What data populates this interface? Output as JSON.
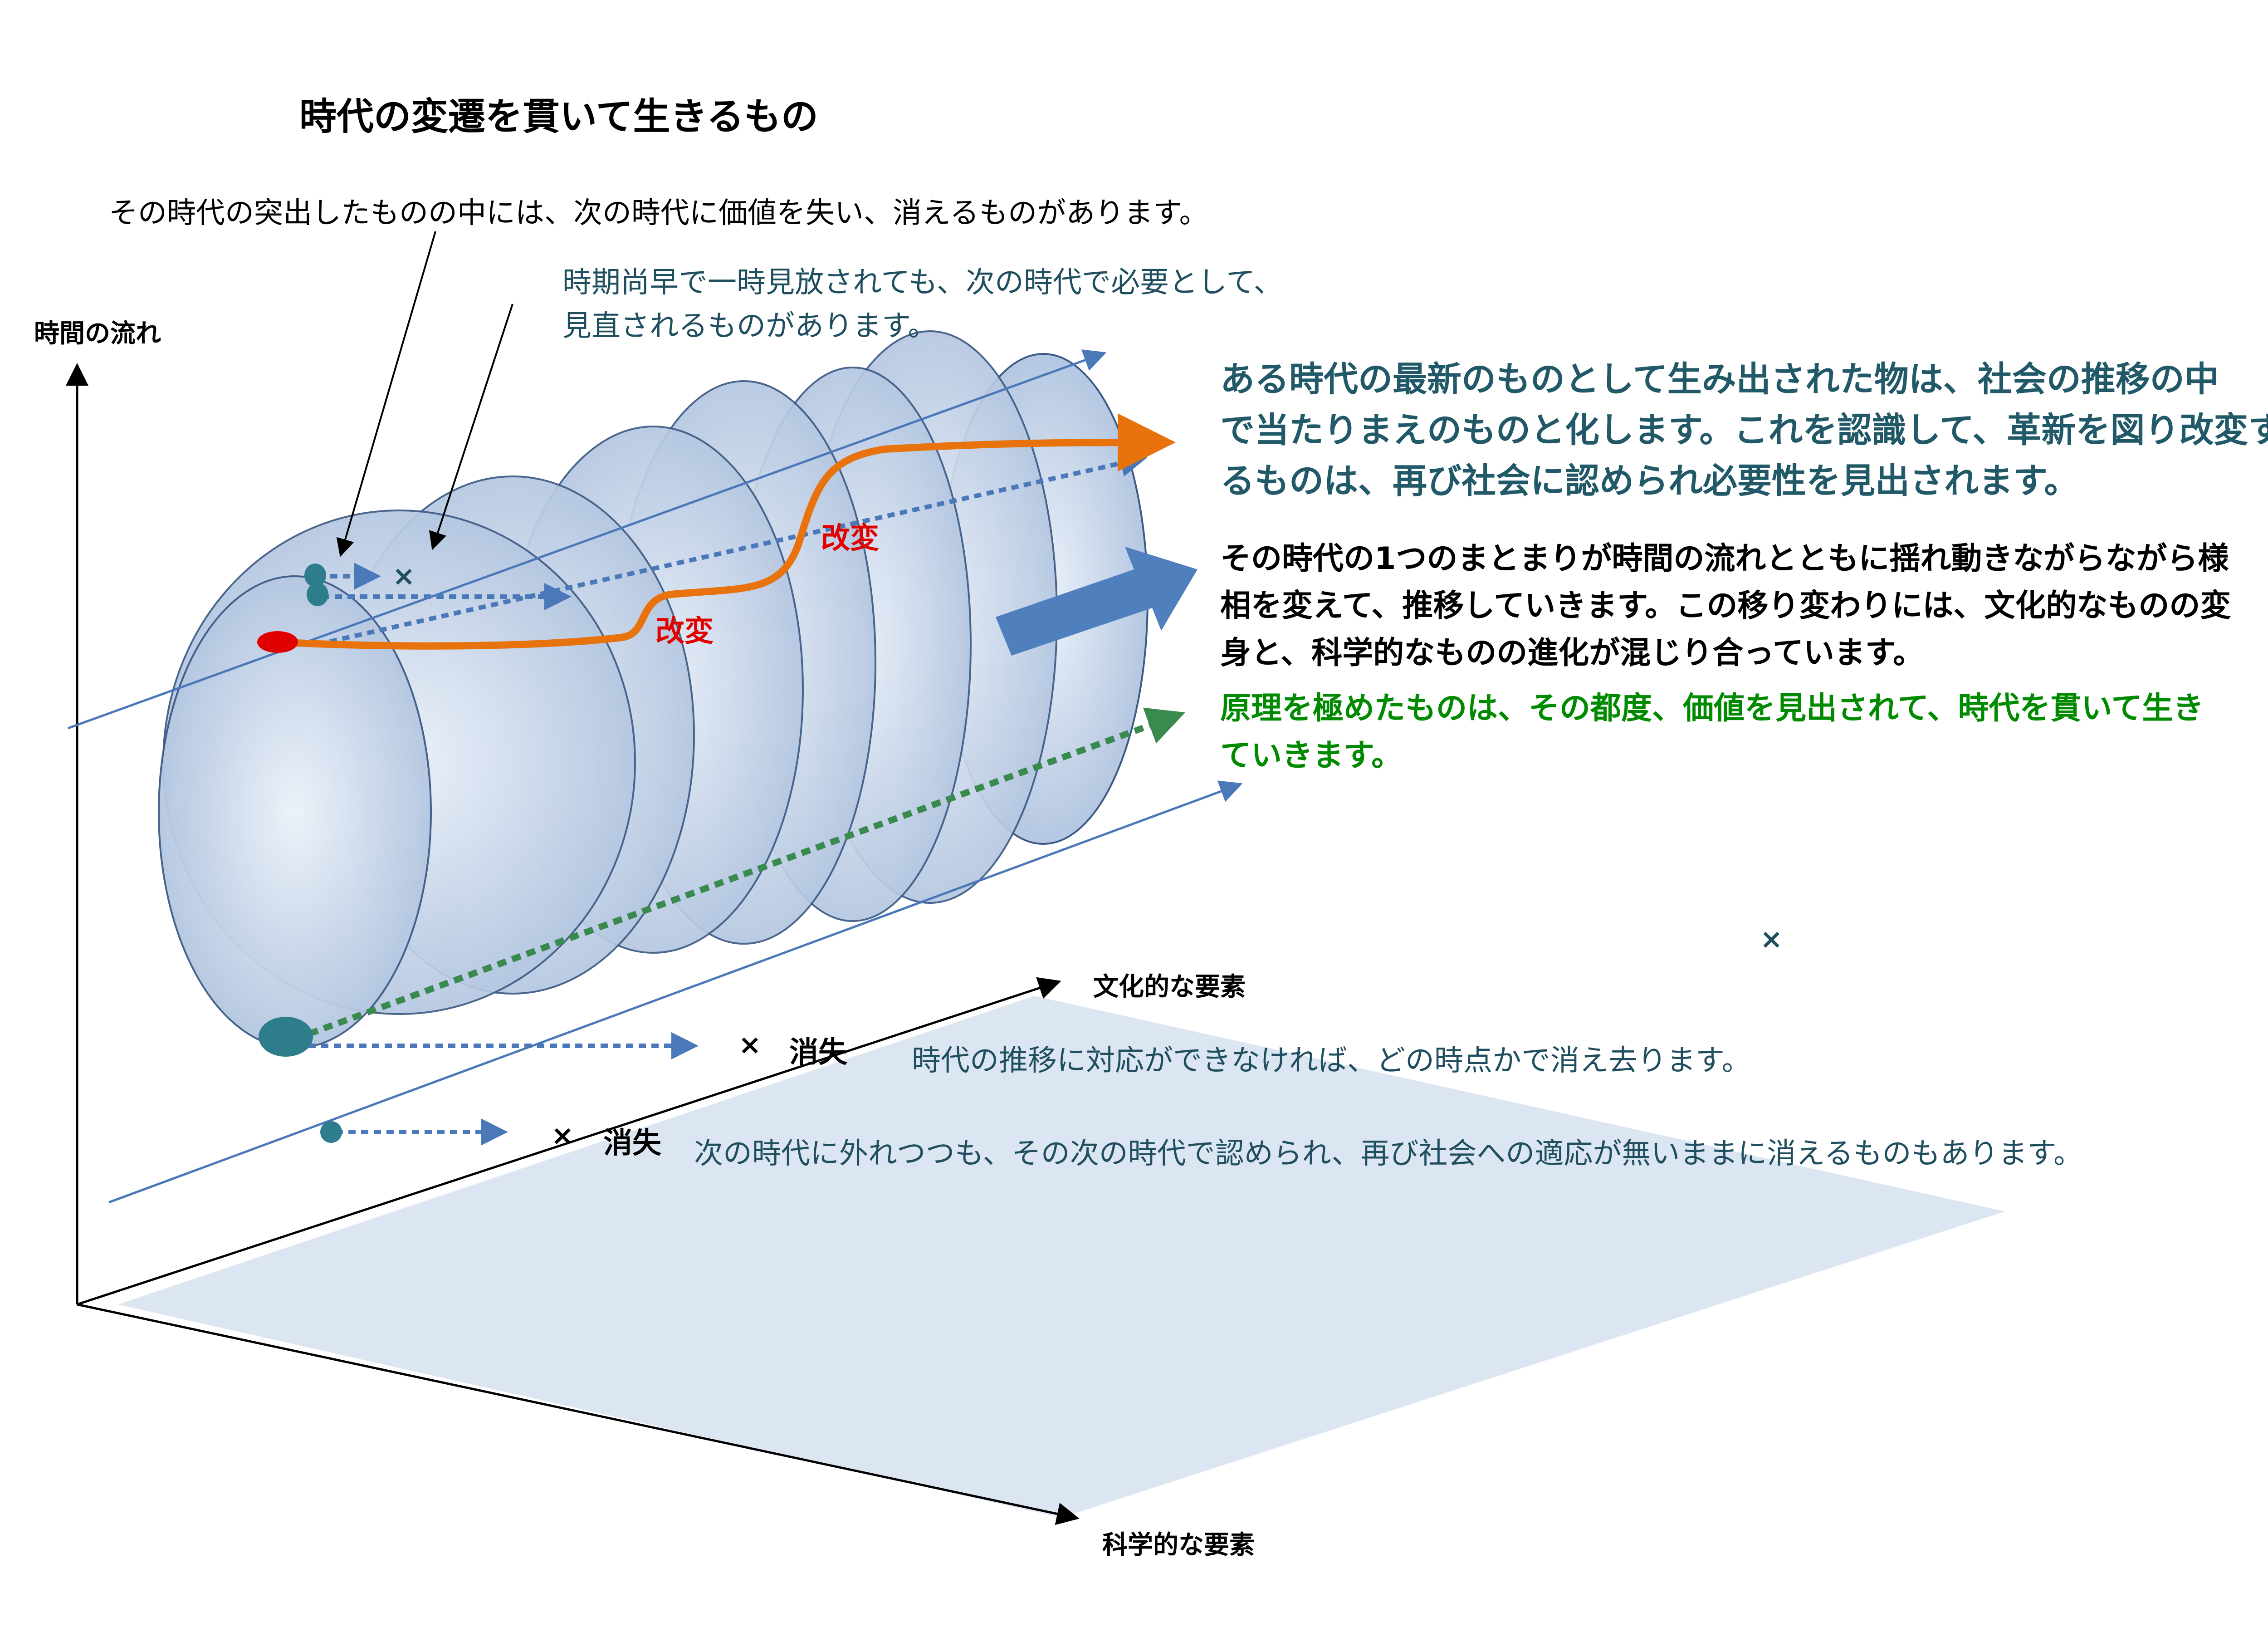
{
  "title": "時代の変遷を貫いて生きるもの",
  "axes": {
    "time": "時間の流れ",
    "culture": "文化的な要素",
    "science": "科学的な要素"
  },
  "notes": {
    "top_black": "その時代の突出したものの中には、次の時代に価値を失い、消えるものがあります。",
    "premature": [
      "時期尚早で一時見放されても、次の時代で必要として、",
      "見直されるものがあります。"
    ],
    "newest": [
      "ある時代の最新のものとして生み出された物は、社会の推移の中",
      "で当たりまえのものと化します。これを認識して、革新を図り改変す",
      "るものは、再び社会に認められ必要性を見出されます。"
    ],
    "cluster": [
      "その時代の1つのまとまりが時間の流れとともに揺れ動きながらながら様",
      "相を変えて、推移していきます。この移り変わりには、文化的なものの変",
      "身と、科学的なものの進化が混じり合っています。"
    ],
    "principle": [
      "原理を極めたものは、その都度、価値を見出されて、時代を貫いて生き",
      "ていきます。"
    ],
    "fail": "時代の推移に対応ができなければ、どの時点かで消え去ります。",
    "deviate": "次の時代に外れつつも、その次の時代で認められ、再び社会への適応が無いままに消えるものもあります。"
  },
  "labels": {
    "kaihen": "改変",
    "shoshitsu": "消失",
    "x": "×"
  },
  "colors": {
    "disc_fill_inner": "#e9eff8",
    "disc_fill_outer": "#a9bedc",
    "disc_stroke": "#3c5a84",
    "axis_arrow": "#4a78b8",
    "orange": "#e8720c",
    "red_dot": "#e00000",
    "teal_dot": "#2e7d8c",
    "green_dash": "#3a8a50",
    "floor": "#dce6f2"
  }
}
